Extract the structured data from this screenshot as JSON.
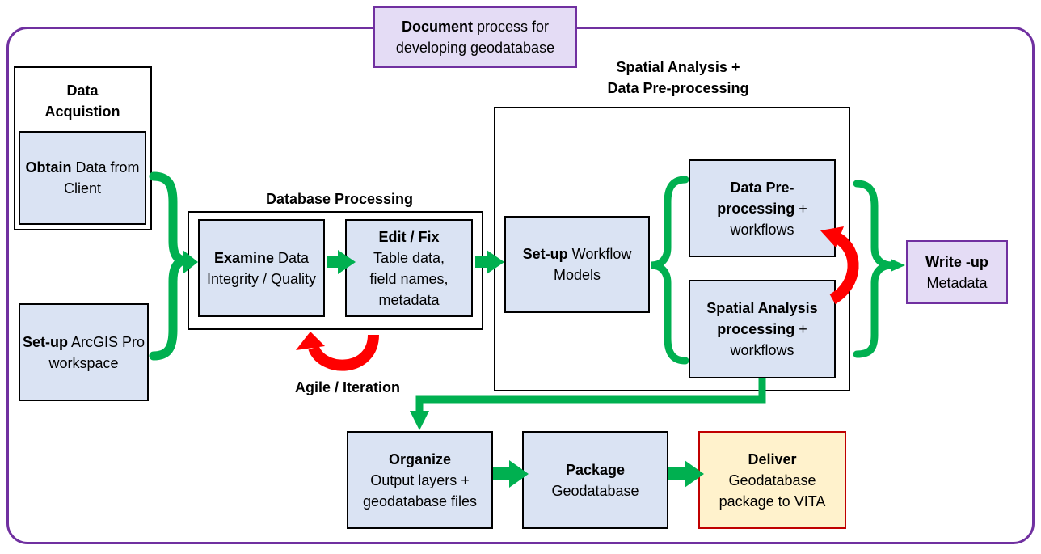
{
  "title": {
    "bold": "Document",
    "rest": " process for developing geodatabase"
  },
  "acquisition": {
    "heading": "Data Acquistion",
    "obtain": {
      "bold": "Obtain",
      "rest": " Data from Client"
    }
  },
  "setup_arcgis": {
    "bold": "Set-up",
    "rest": " ArcGIS Pro workspace"
  },
  "database": {
    "heading": "Database Processing",
    "examine": {
      "bold": "Examine",
      "rest": " Data Integrity / Quality"
    },
    "edit": {
      "bold": "Edit / Fix",
      "rest": "Table data, field names, metadata"
    },
    "loop_label": "Agile / Iteration"
  },
  "spatial": {
    "heading": "Spatial Analysis + Data Pre-processing",
    "setup_models": {
      "bold": "Set-up",
      "rest": " Workflow Models"
    },
    "preprocess": {
      "bold": "Data Pre-processing",
      "rest": " + workflows"
    },
    "analysis": {
      "bold": "Spatial Analysis processing",
      "rest": " + workflows"
    }
  },
  "writeup": {
    "bold": "Write -up",
    "rest": "Metadata"
  },
  "organize": {
    "bold": "Organize",
    "rest": "Output layers + geodatabase files"
  },
  "package": {
    "bold": "Package",
    "rest": "Geodatabase"
  },
  "deliver": {
    "bold": "Deliver",
    "rest": "Geodatabase package to VITA"
  },
  "colors": {
    "outline": "#7030a0",
    "arrow": "#00b050",
    "loop": "#ff0000",
    "box_fill": "#dae3f3",
    "deliver_border": "#c00000"
  }
}
